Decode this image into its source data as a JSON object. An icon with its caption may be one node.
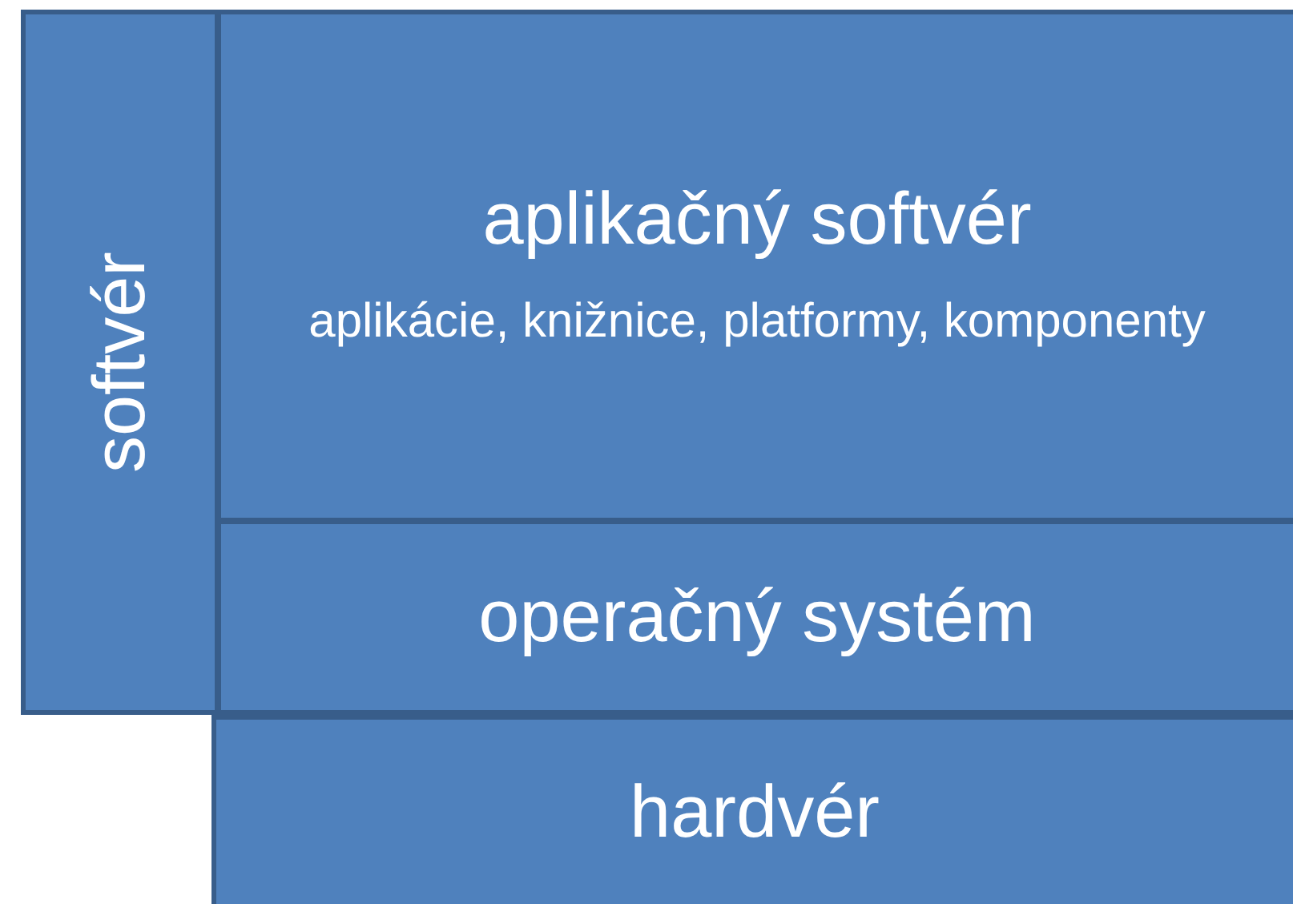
{
  "diagram": {
    "nodes": [
      {
        "text": [
          "softvér"
        ]
      },
      {
        "text": [
          "aplikačný softvér",
          "aplikácie, knižnice, platformy, komponenty"
        ]
      },
      {
        "text": [
          "operačný systém"
        ]
      },
      {
        "text": [
          "hardvér"
        ]
      }
    ]
  }
}
